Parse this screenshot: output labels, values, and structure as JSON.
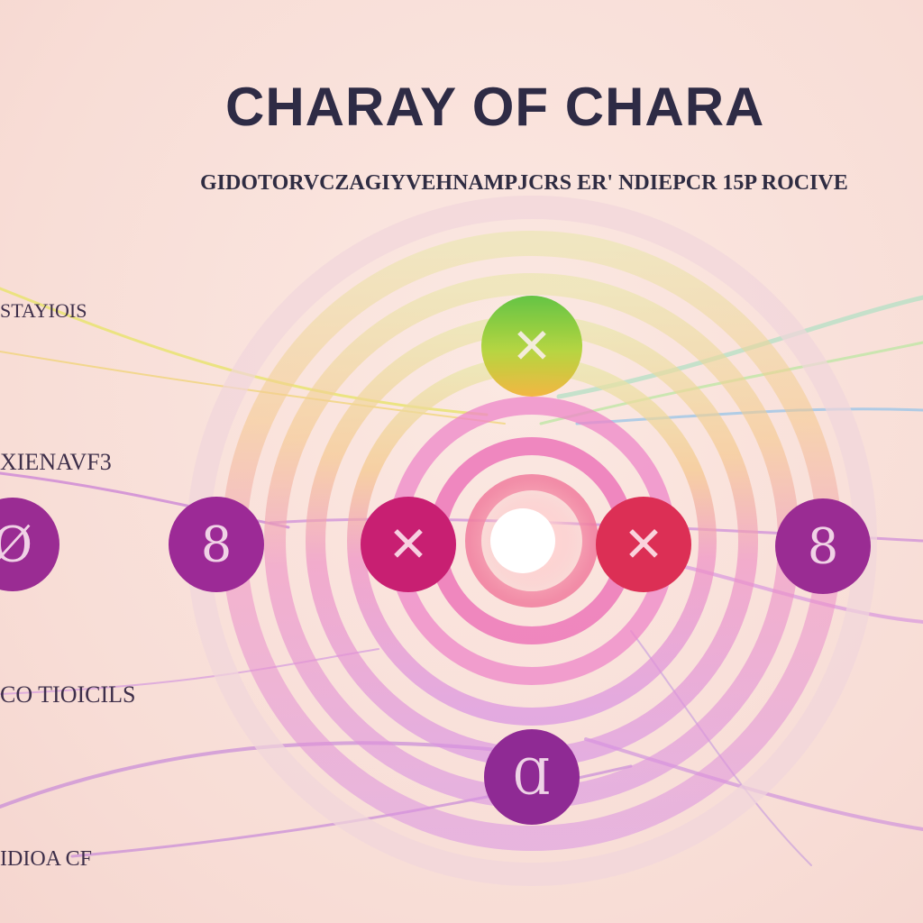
{
  "diagram": {
    "title": "CHARAY OF CHARA",
    "subtitle": "GIDOTORVCZAGIYVEHNAMPJCRS ER' NDIEPCR 15P ROCIVE",
    "side_labels": [
      "STAYIOIS",
      "XIENAVF3",
      "CO TIOICILS",
      "IDIOA CF"
    ],
    "colors": {
      "background": "#f9e2dc",
      "title": "#2e2b45",
      "node_purple": "#9a2c93",
      "node_magenta": "#c81f72",
      "node_red": "#dc2f55",
      "node_green": "#7fc634",
      "ring_pink": "#e37ad7",
      "ring_outer": "#e6b8e8"
    },
    "nodes": [
      {
        "name": "top-green-node",
        "glyph": "✕",
        "color": "node_green"
      },
      {
        "name": "left-edge-node",
        "glyph": "Ø",
        "color": "node_purple"
      },
      {
        "name": "left-inner-node",
        "glyph": "8",
        "color": "node_purple"
      },
      {
        "name": "center-left-node",
        "glyph": "✕",
        "color": "node_magenta"
      },
      {
        "name": "center-right-node",
        "glyph": "✕",
        "color": "node_red"
      },
      {
        "name": "right-node",
        "glyph": "8",
        "color": "node_purple"
      },
      {
        "name": "bottom-node",
        "glyph": "Ɑ",
        "color": "node_purple"
      }
    ]
  }
}
